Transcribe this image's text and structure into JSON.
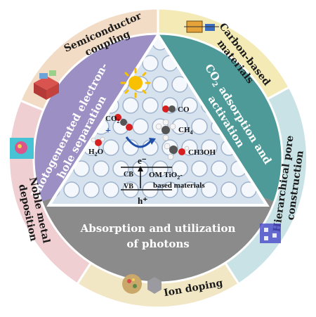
{
  "segments": [
    {
      "id": "semiconductor",
      "text": "Semiconductor coupling",
      "color": "#f3dcc5"
    },
    {
      "id": "carbon",
      "text": "Carbon-based materials",
      "color": "#f4eab6"
    },
    {
      "id": "hierarchical",
      "text": "Hierarchical pore construction",
      "color": "#c9e2e6"
    },
    {
      "id": "ion",
      "text": "Ion doping",
      "color": "#f2e7c5"
    },
    {
      "id": "noble",
      "text": "Noble metal deposition",
      "color": "#f0cfd3"
    }
  ],
  "sectors": {
    "left": {
      "line1": "Photogenerated electron-",
      "line2": "hole separation",
      "color": "#9b8fc4"
    },
    "right": {
      "line1": "CO",
      "sub": "2",
      "line1b": " adsorption and",
      "line2": "activation",
      "color": "#4e9a98"
    },
    "bottom": {
      "line1": "Absorption  and utilization",
      "line2": "of photons",
      "color": "#8b8b8b"
    }
  },
  "center": {
    "molecules": {
      "co2": "CO",
      "co2_sub": "2",
      "h2o": "H",
      "h2o_sub": "2",
      "h2o_end": "O",
      "co": "CO",
      "ch4": "CH",
      "ch4_sub": "4",
      "ch3oh": "CH3OH"
    },
    "electron": "e⁻",
    "hole": "h⁺",
    "cb": "CB",
    "vb": "VB",
    "material_line1": "OM TiO",
    "material_sub": "2",
    "material_dash": "-",
    "material_line2": "based materials",
    "plus": "+"
  }
}
